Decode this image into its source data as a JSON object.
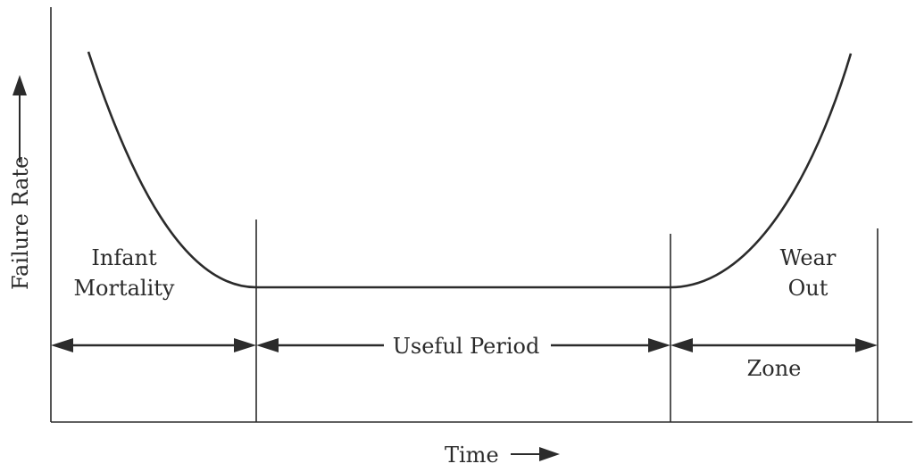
{
  "axes": {
    "y_label": "Failure Rate",
    "x_label": "Time"
  },
  "regions": {
    "infant_mortality": {
      "line1": "Infant",
      "line2": "Mortality"
    },
    "useful_period": {
      "label": "Useful Period"
    },
    "wear_out": {
      "line1": "Wear",
      "line2": "Out",
      "zone_label": "Zone"
    }
  },
  "colors": {
    "ink": "#2b2b2b",
    "background": "#ffffff"
  }
}
